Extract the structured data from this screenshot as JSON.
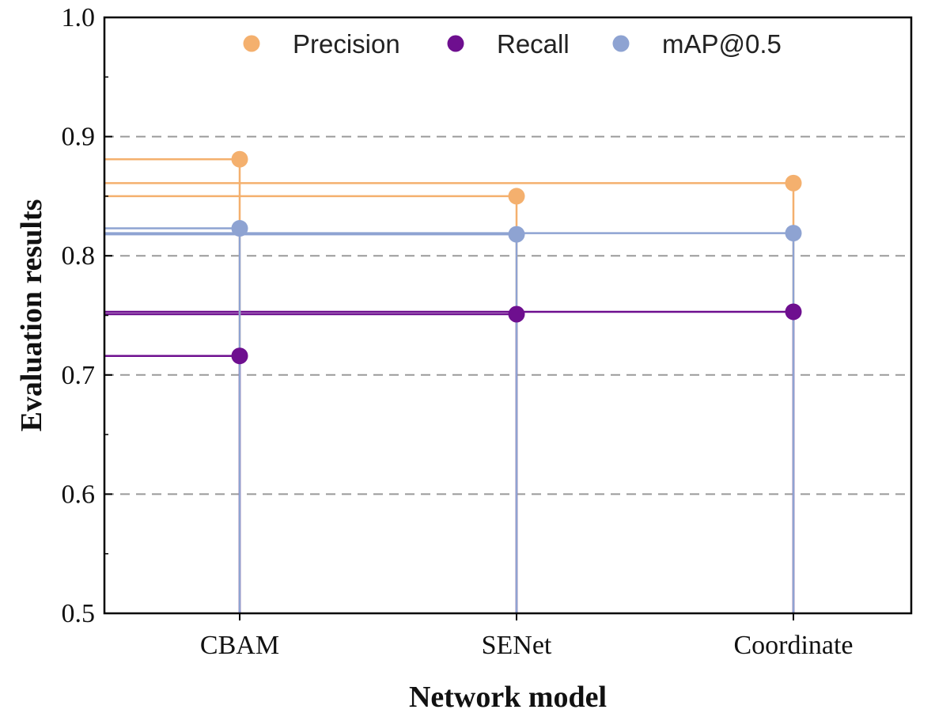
{
  "chart_data": {
    "type": "scatter",
    "style": "stem-lollipop",
    "categories": [
      "CBAM",
      "SENet",
      "Coordinate"
    ],
    "series": [
      {
        "name": "Precision",
        "values": [
          0.881,
          0.85,
          0.861
        ],
        "color": "#F4B06E"
      },
      {
        "name": "Recall",
        "values": [
          0.716,
          0.751,
          0.753
        ],
        "color": "#6E0F8F"
      },
      {
        "name": "mAP@0.5",
        "values": [
          0.823,
          0.818,
          0.819
        ],
        "color": "#8EA3D2"
      }
    ],
    "xlabel": "Network model",
    "ylabel": "Evaluation results",
    "ylim": [
      0.5,
      1.0
    ],
    "yticks": [
      "0.5",
      "0.6",
      "0.7",
      "0.8",
      "0.9",
      "1.0"
    ],
    "grid": "horizontal-dashed",
    "legend": {
      "placement": "top-center",
      "orientation": "horizontal"
    }
  }
}
